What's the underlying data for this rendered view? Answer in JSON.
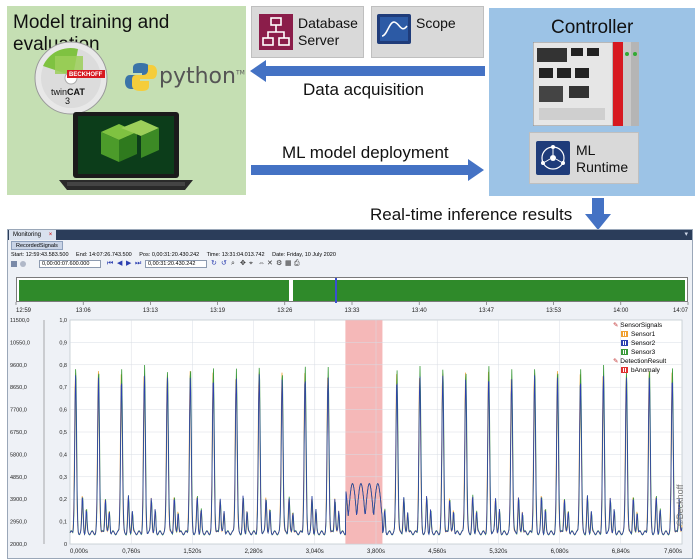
{
  "diagram": {
    "left_title": "Model training and evaluation",
    "right_title": "Controller",
    "database_label_1": "Database",
    "database_label_2": "Server",
    "scope_label": "Scope",
    "data_acquisition": "Data acquisition",
    "ml_deployment": "ML model deployment",
    "realtime_results": "Real-time inference results",
    "ml_runtime_1": "ML",
    "ml_runtime_2": "Runtime",
    "twincat_1": "twin",
    "twincat_2": "CAT",
    "twincat_3": "3",
    "beckhoff_badge": "BECKHOFF",
    "python_text": "python",
    "tm": "TM"
  },
  "monitoring": {
    "tab": "Monitoring",
    "tab_close": "×",
    "pin": "▾",
    "subtab": "RecordedSignals",
    "info": {
      "start_label": "Start:",
      "start": "12:59:43.583.500",
      "end_label": "End:",
      "end": "14:07:26.743.500",
      "pos_label": "Pos:",
      "pos": "0,00:31:20.430.242",
      "time_label": "Time:",
      "time": "13:31:04.013.742",
      "date_label": "Date:",
      "date": "Friday, 10 July 2020"
    },
    "toolbar": {
      "field1": "0,00:00:07.600.000",
      "field2": "0,00:31:20.430.242"
    },
    "overview_ticks": [
      "12:59",
      "13:06",
      "13:13",
      "13:19",
      "13:26",
      "13:33",
      "13:40",
      "13:47",
      "13:53",
      "14:00",
      "14:07"
    ],
    "legend": {
      "group1": "SensorSignals",
      "items1": [
        {
          "name": "Sensor1",
          "color": "#f0a030"
        },
        {
          "name": "Sensor2",
          "color": "#2c3fb0"
        },
        {
          "name": "Sensor3",
          "color": "#3a9a3a"
        }
      ],
      "group2": "DetectionResult",
      "items2": [
        {
          "name": "bAnomaly",
          "color": "#e03030"
        }
      ]
    },
    "watermark": "©Beckhoff"
  },
  "chart_data": {
    "type": "line",
    "left_axis_ticks": [
      "2000,0",
      "2950,0",
      "3900,0",
      "4850,0",
      "5800,0",
      "6750,0",
      "7700,0",
      "8650,0",
      "9600,0",
      "10550,0",
      "11500,0"
    ],
    "right_axis_ticks": [
      "0",
      "0,1",
      "0,2",
      "0,3",
      "0,4",
      "0,5",
      "0,6",
      "0,7",
      "0,8",
      "0,9",
      "1,0"
    ],
    "x_ticks": [
      "0,000s",
      "0,760s",
      "1,520s",
      "2,280s",
      "3,040s",
      "3,800s",
      "4,560s",
      "5,320s",
      "6,080s",
      "6,840s",
      "7,600s"
    ],
    "xlim": [
      0,
      7.6
    ],
    "ylim_left": [
      2000,
      11500
    ],
    "ylim_right": [
      0,
      1
    ],
    "anomaly_span": [
      3.42,
      3.88
    ],
    "peak_period": 0.285,
    "peak_count": 26
  }
}
